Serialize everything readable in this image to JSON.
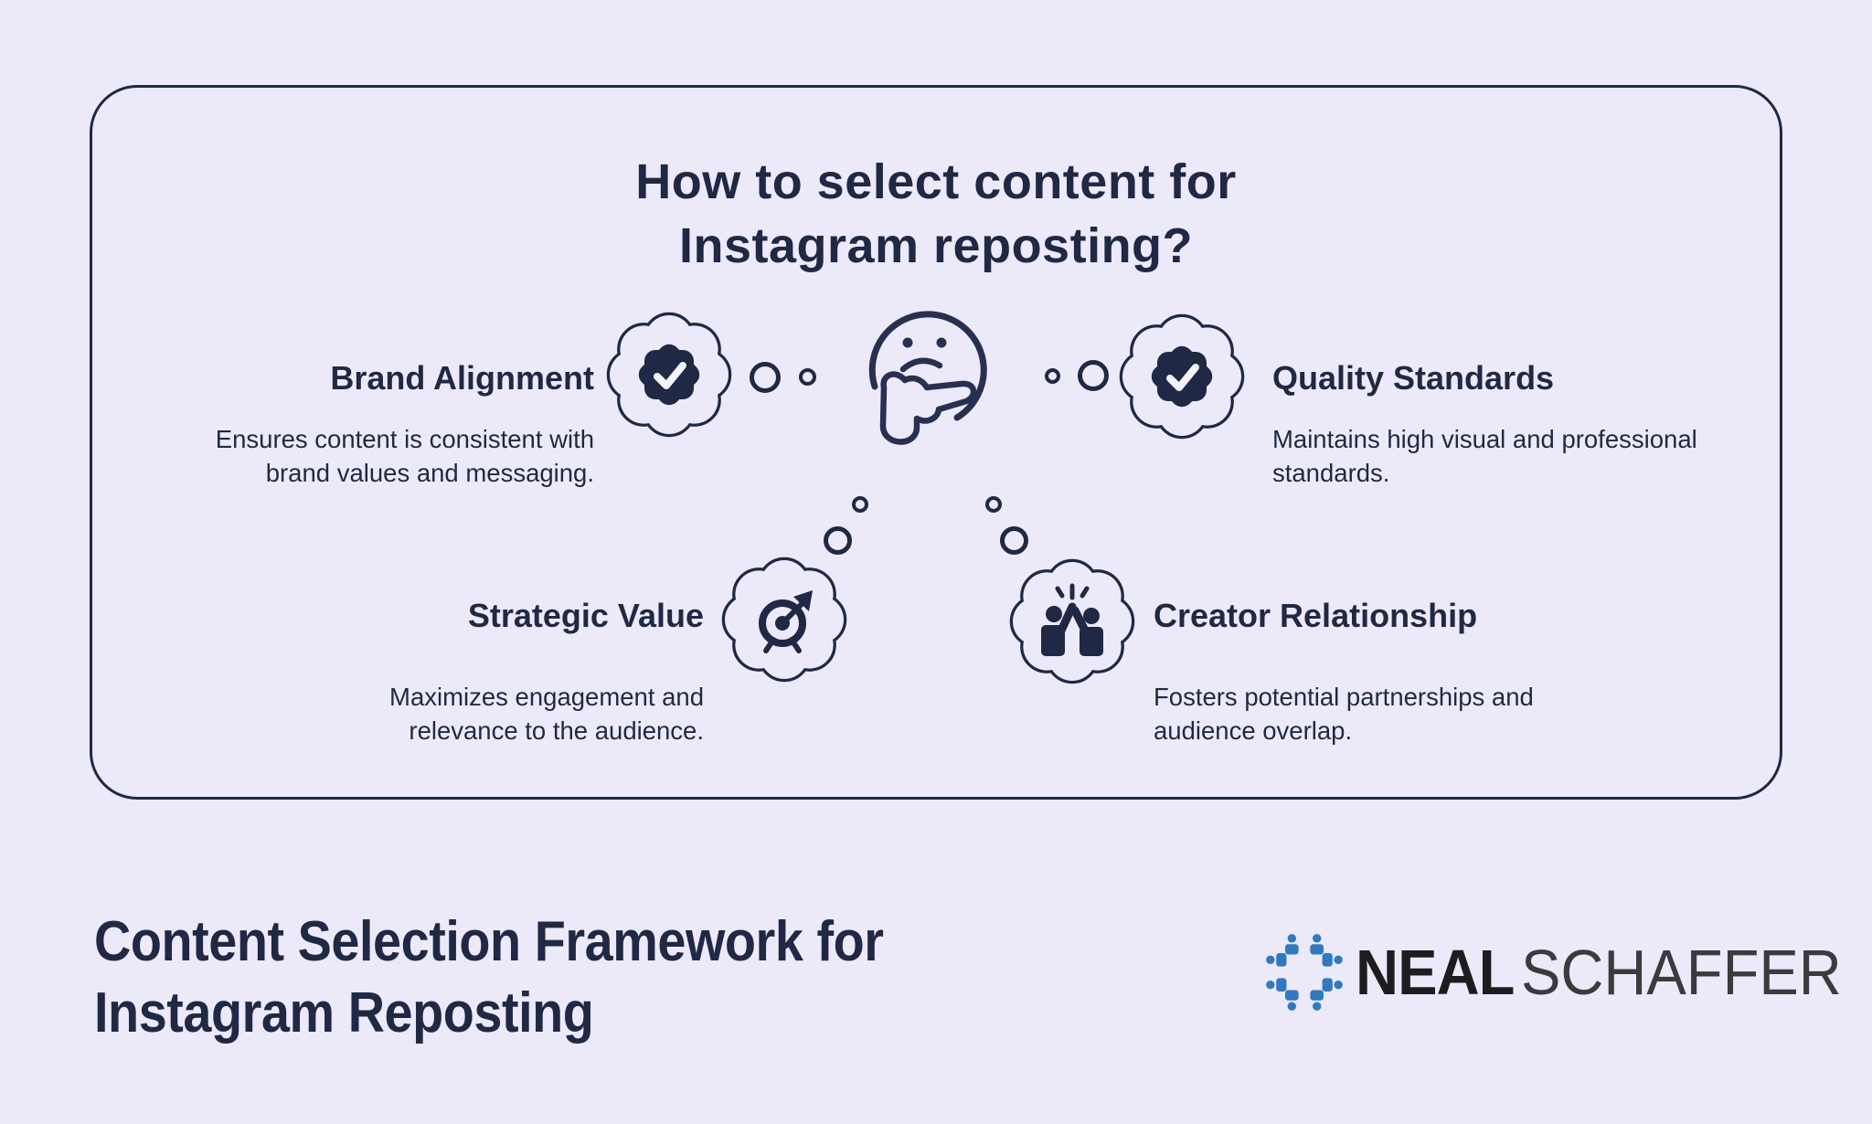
{
  "colors": {
    "background": "#ECEAF8",
    "navy": "#1F2945",
    "face_stroke": "#263050",
    "badge_check": "#F5F4FC",
    "logo_blue": "#2F79C3",
    "wordmark_bold": "#1D1D1F",
    "wordmark_light": "#3B3B3D"
  },
  "card": {
    "question": "How to select content for\nInstagram reposting?",
    "center_icon": "thinking-face",
    "quadrants": [
      {
        "id": "brand-alignment",
        "title": "Brand Alignment",
        "description": "Ensures content is consistent with brand values and messaging.",
        "icon": "verified-badge-icon"
      },
      {
        "id": "quality-standards",
        "title": "Quality Standards",
        "description": "Maintains high visual and professional standards.",
        "icon": "verified-badge-icon"
      },
      {
        "id": "strategic-value",
        "title": "Strategic Value",
        "description": "Maximizes engagement and relevance to the audience.",
        "icon": "target-icon"
      },
      {
        "id": "creator-relationship",
        "title": "Creator Relationship",
        "description": "Fosters potential partnerships and audience overlap.",
        "icon": "high-five-icon"
      }
    ]
  },
  "footer": {
    "title": "Content Selection Framework for\nInstagram Reposting",
    "brand": {
      "logo": "people-around-table-icon",
      "name_bold": "NEAL",
      "name_light": "SCHAFFER"
    }
  }
}
